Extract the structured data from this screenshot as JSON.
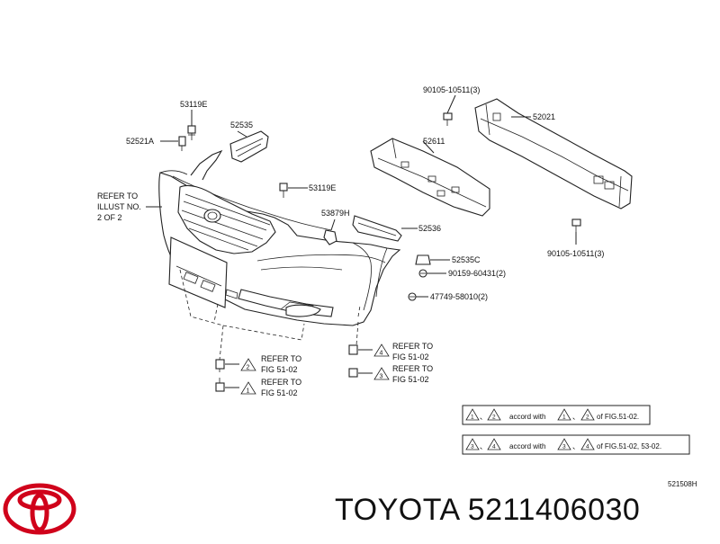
{
  "labels": {
    "p53119e_top": "53119E",
    "p52535": "52535",
    "p52521a": "52521A",
    "p53119e_mid": "53119E",
    "p53879h": "53879H",
    "p52536": "52536",
    "p52535c": "52535C",
    "p90159": "90159-60431(2)",
    "p47749": "47749-58010(2)",
    "p90105_top": "90105-10511(3)",
    "p52021": "52021",
    "p52611": "52611",
    "p90105_bot": "90105-10511(3)"
  },
  "refer_illust": [
    "REFER TO",
    "ILLUST NO.",
    "2 OF 2"
  ],
  "refer_blocks": [
    {
      "line1": "REFER TO",
      "line2": "FIG 51-02",
      "tri": "2"
    },
    {
      "line1": "REFER TO",
      "line2": "FIG 51-02",
      "tri": "1"
    },
    {
      "line1": "REFER TO",
      "line2": "FIG 51-02",
      "tri": "4"
    },
    {
      "line1": "REFER TO",
      "line2": "FIG 51-02",
      "tri": "3"
    }
  ],
  "legend": [
    {
      "a": "1",
      "b": "2",
      "text_mid": "accord with",
      "c": "1",
      "d": "2",
      "text_end": "of FIG.51-02."
    },
    {
      "a": "3",
      "b": "4",
      "text_mid": "accord with",
      "c": "3",
      "d": "4",
      "text_end": "of FIG.51-02, 53-02."
    }
  ],
  "legend_sep": "、",
  "diagram_code": "521508H",
  "brand": "TOYOTA",
  "part_number": "5211406030"
}
